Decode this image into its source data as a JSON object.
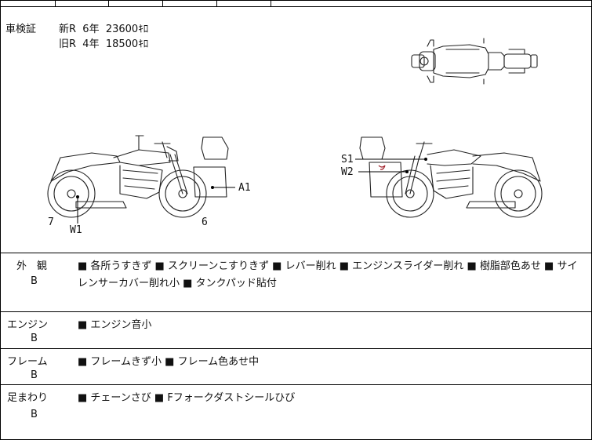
{
  "registration": {
    "label": "車検証",
    "line1": "新R  6年  23600ｷﾛ",
    "line2": "旧R  4年  18500ｷﾛ"
  },
  "markers": {
    "a1": "A1",
    "w1": "W1",
    "seven": "7",
    "six": "6",
    "s1": "S1",
    "w2": "W2"
  },
  "sections": [
    {
      "label": "外　観",
      "grade": "B",
      "desc": "■ 各所うすきず ■ スクリーンこすりきず ■ レバー削れ ■ エンジンスライダー削れ ■ 樹脂部色あせ ■ サイレンサーカバー削れ小 ■ タンクパッド貼付"
    },
    {
      "label": "エンジン",
      "grade": "B",
      "desc": "■ エンジン音小"
    },
    {
      "label": "フレーム",
      "grade": "B",
      "desc": "■ フレームきず小 ■ フレーム色あせ中"
    },
    {
      "label": "足まわり",
      "grade": "B",
      "desc": "■ チェーンさび ■ Fフォークダストシールひび"
    }
  ]
}
